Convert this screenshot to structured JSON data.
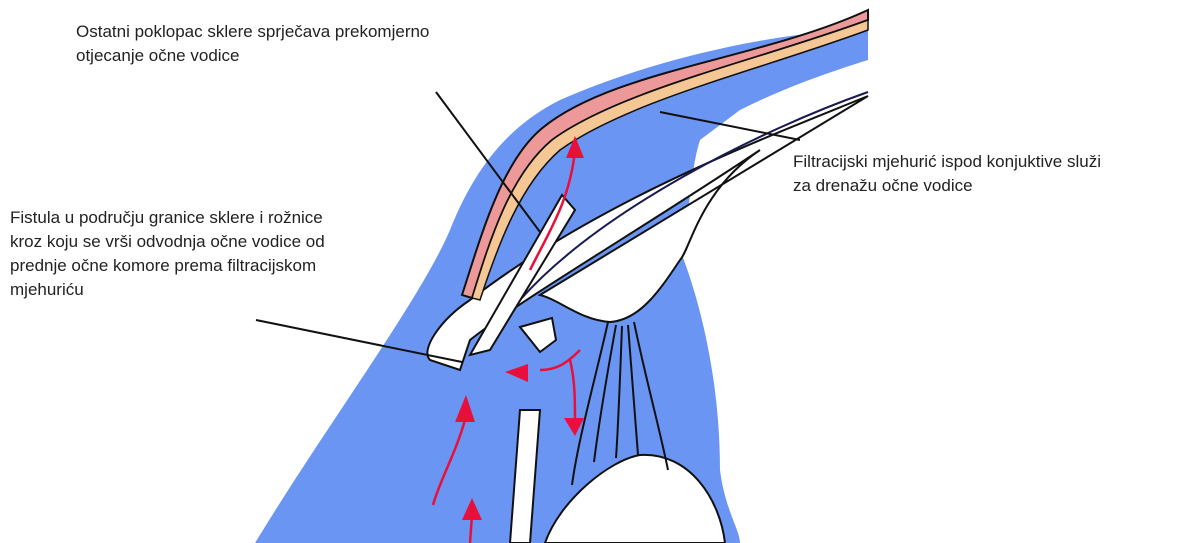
{
  "labels": {
    "scleral_flap": [
      "Ostatni poklopac sklere sprječava prekomjerno",
      "otjecanje očne vodice"
    ],
    "filtration_bleb": [
      "Filtracijski mjehurić ispod konjuktive služi",
      "za drenažu očne vodice"
    ],
    "fistula": [
      "Fistula u području granice sklere i rožnice",
      "kroz koju se vrši odvodnja očne vodice od",
      "prednje očne komore prema filtracijskom",
      "mjehuriću"
    ]
  },
  "colors": {
    "aqueous": "#6b95f3",
    "conjunctiva": "#ee9999",
    "tenon": "#f5c794",
    "outline": "#111111",
    "flow_arrow": "#e8103a",
    "sclera_outline": "#1a1a55"
  }
}
